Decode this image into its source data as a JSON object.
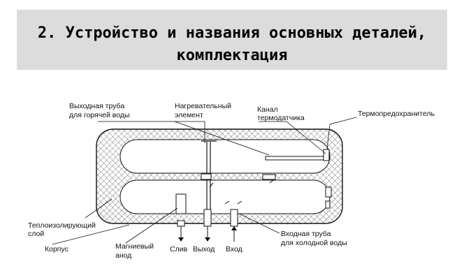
{
  "header": {
    "title_line1": "2. Устройство и названия основных деталей,",
    "title_line2": "комплектация"
  },
  "labels": {
    "outlet_pipe_l1": "Выходная труба",
    "outlet_pipe_l2": "для горячей воды",
    "heater_l1": "Нагревательный",
    "heater_l2": "элемент",
    "sensor_channel_l1": "Канал",
    "sensor_channel_l2": "термодатчика",
    "thermal_fuse": "Термопредохранитель",
    "insulation_l1": "Теплоизолирующий",
    "insulation_l2": "слой",
    "body": "Корпус",
    "anode_l1": "Магниевый",
    "anode_l2": "анод",
    "drain": "Слив",
    "outlet": "Выход",
    "inlet": "Вход",
    "inlet_pipe_l1": "Входная труба",
    "inlet_pipe_l2": "для холодной воды"
  }
}
